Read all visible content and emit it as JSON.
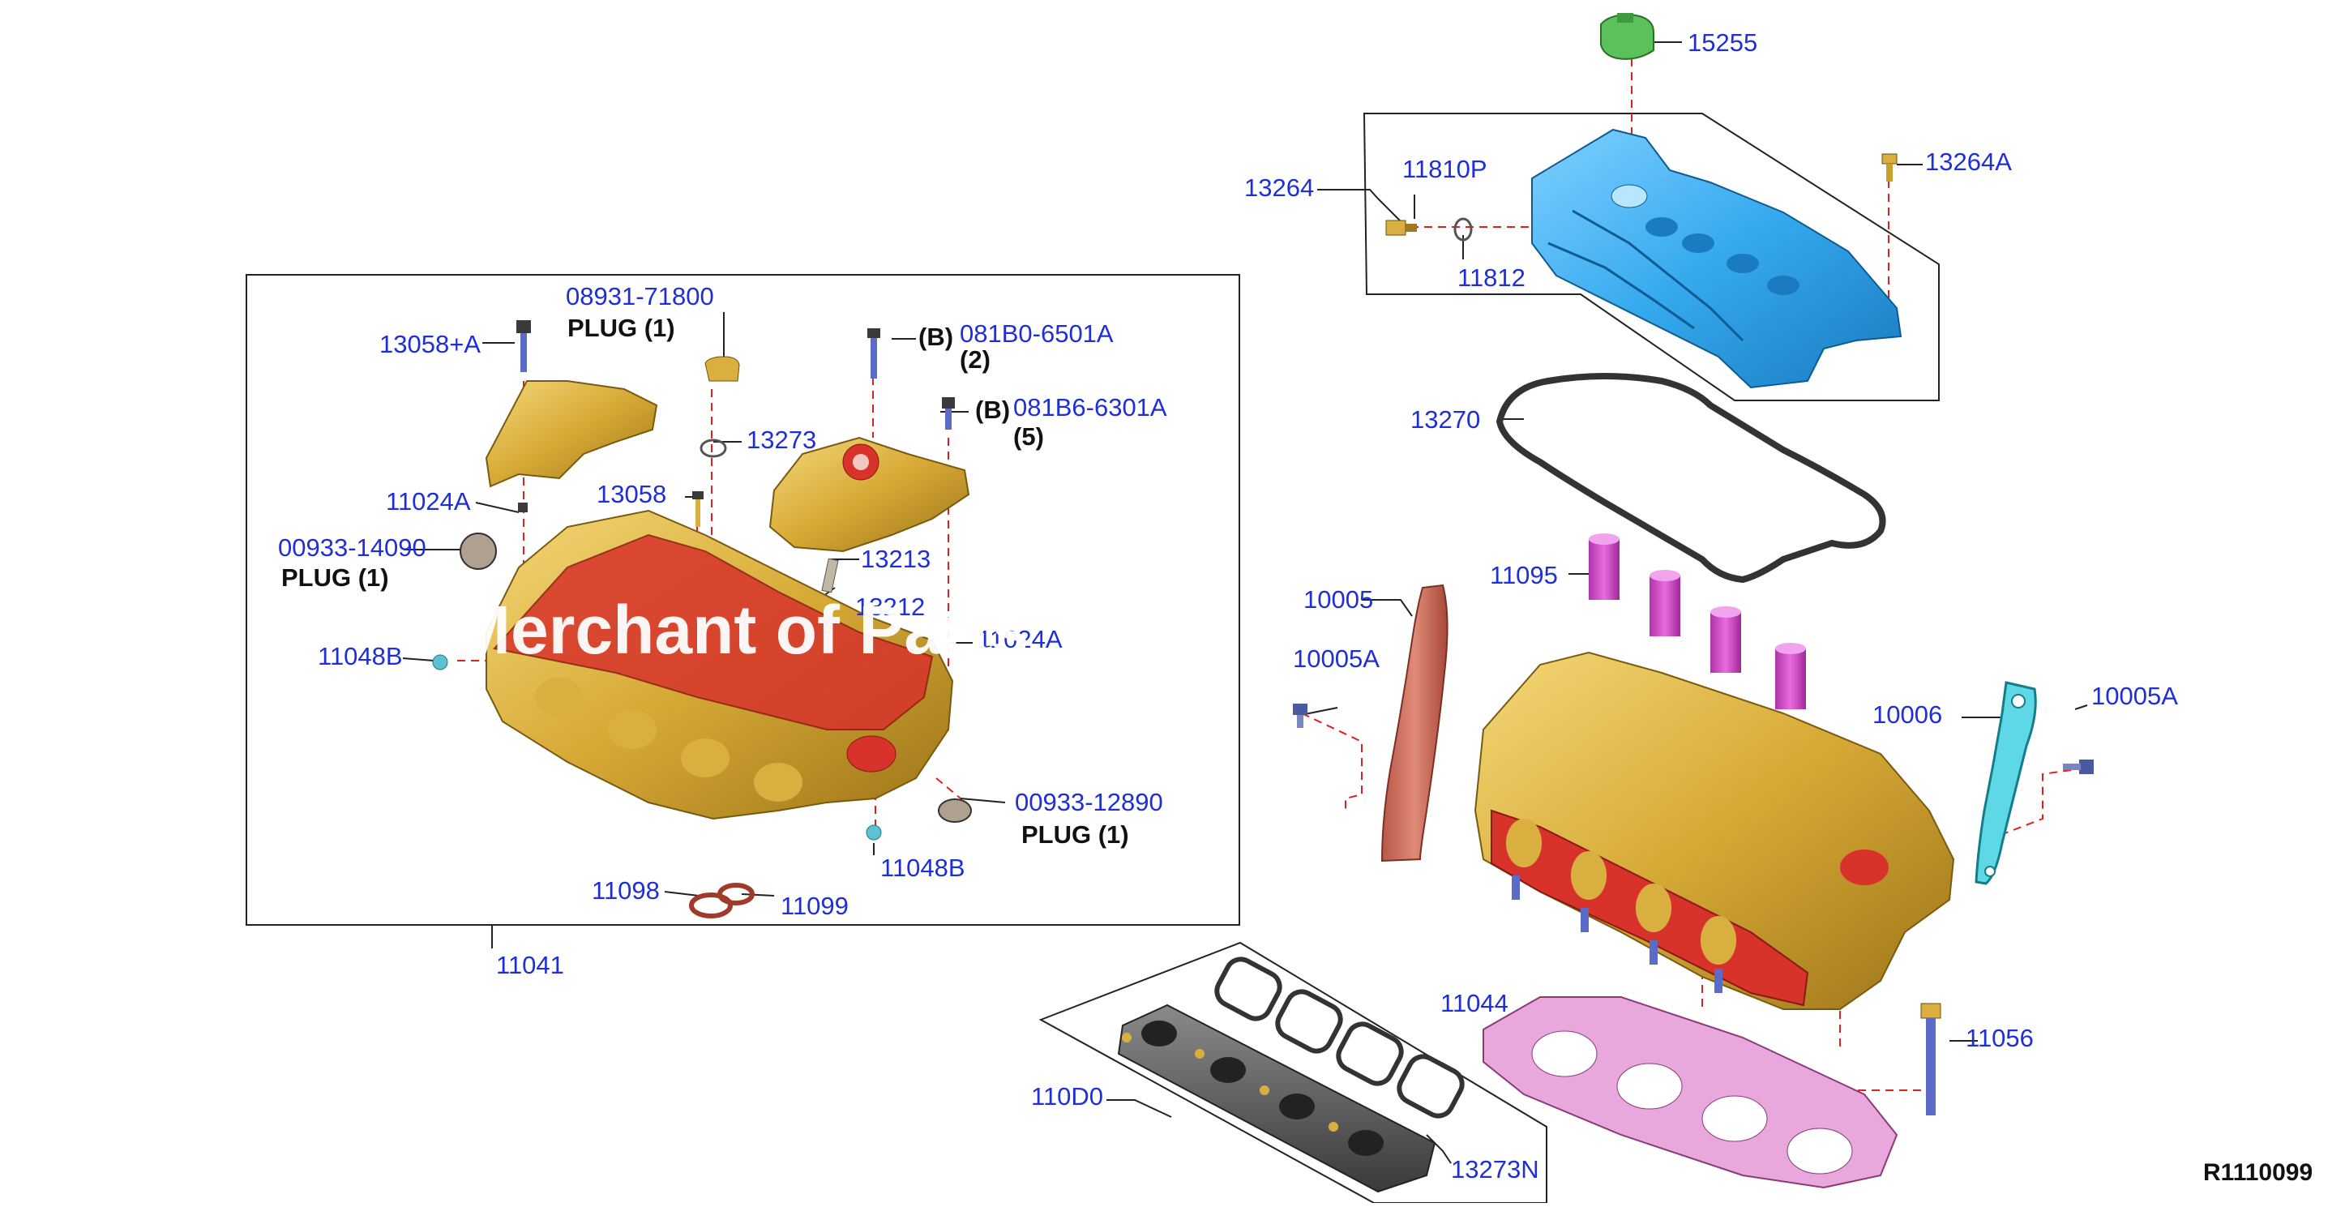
{
  "diagram": {
    "parts": {
      "p15255": "15255",
      "p13264": "13264",
      "p11810P": "11810P",
      "p13264A": "13264A",
      "p11812": "11812",
      "p13270": "13270",
      "p11095": "11095",
      "p10005": "10005",
      "p10005A_left": "10005A",
      "p10006": "10006",
      "p10005A_right": "10005A",
      "p11044": "11044",
      "p11056": "11056",
      "p110D0": "110D0",
      "p13273N": "13273N",
      "p08931": "08931-71800",
      "p13058A": "13058+A",
      "p081B0": "081B0-6501A",
      "p081B6": "081B6-6301A",
      "p13273": "13273",
      "p11024A_left": "11024A",
      "p13058": "13058",
      "p00933_14090": "00933-14090",
      "p13213": "13213",
      "p13212": "13212",
      "p11024A_right": "11024A",
      "p11048B_left": "11048B",
      "p00933_12890": "00933-12890",
      "p11048B_right": "11048B",
      "p11098": "11098",
      "p11099": "11099",
      "p11041": "11041"
    },
    "notes": {
      "plug1_a": "PLUG (1)",
      "plug1_b": "PLUG (1)",
      "plug1_c": "PLUG (1)",
      "b1": "(B)",
      "qty2": "(2)",
      "b2": "(B)",
      "qty5": "(5)"
    },
    "reference": "R1110099",
    "watermark": "Merchant of Parts"
  },
  "colors": {
    "label": "#1f2fd8",
    "leader_dash": "#e02020",
    "head_gold": "#d9b040",
    "head_red": "#d8332b",
    "cover_blue": "#35a9ee",
    "tube_magenta": "#d64fd0",
    "guide_cyan": "#5fd8e6",
    "gasket_pink": "#e8a8dc",
    "guide_salmon": "#d2705f",
    "cap_green": "#5bc15b"
  }
}
